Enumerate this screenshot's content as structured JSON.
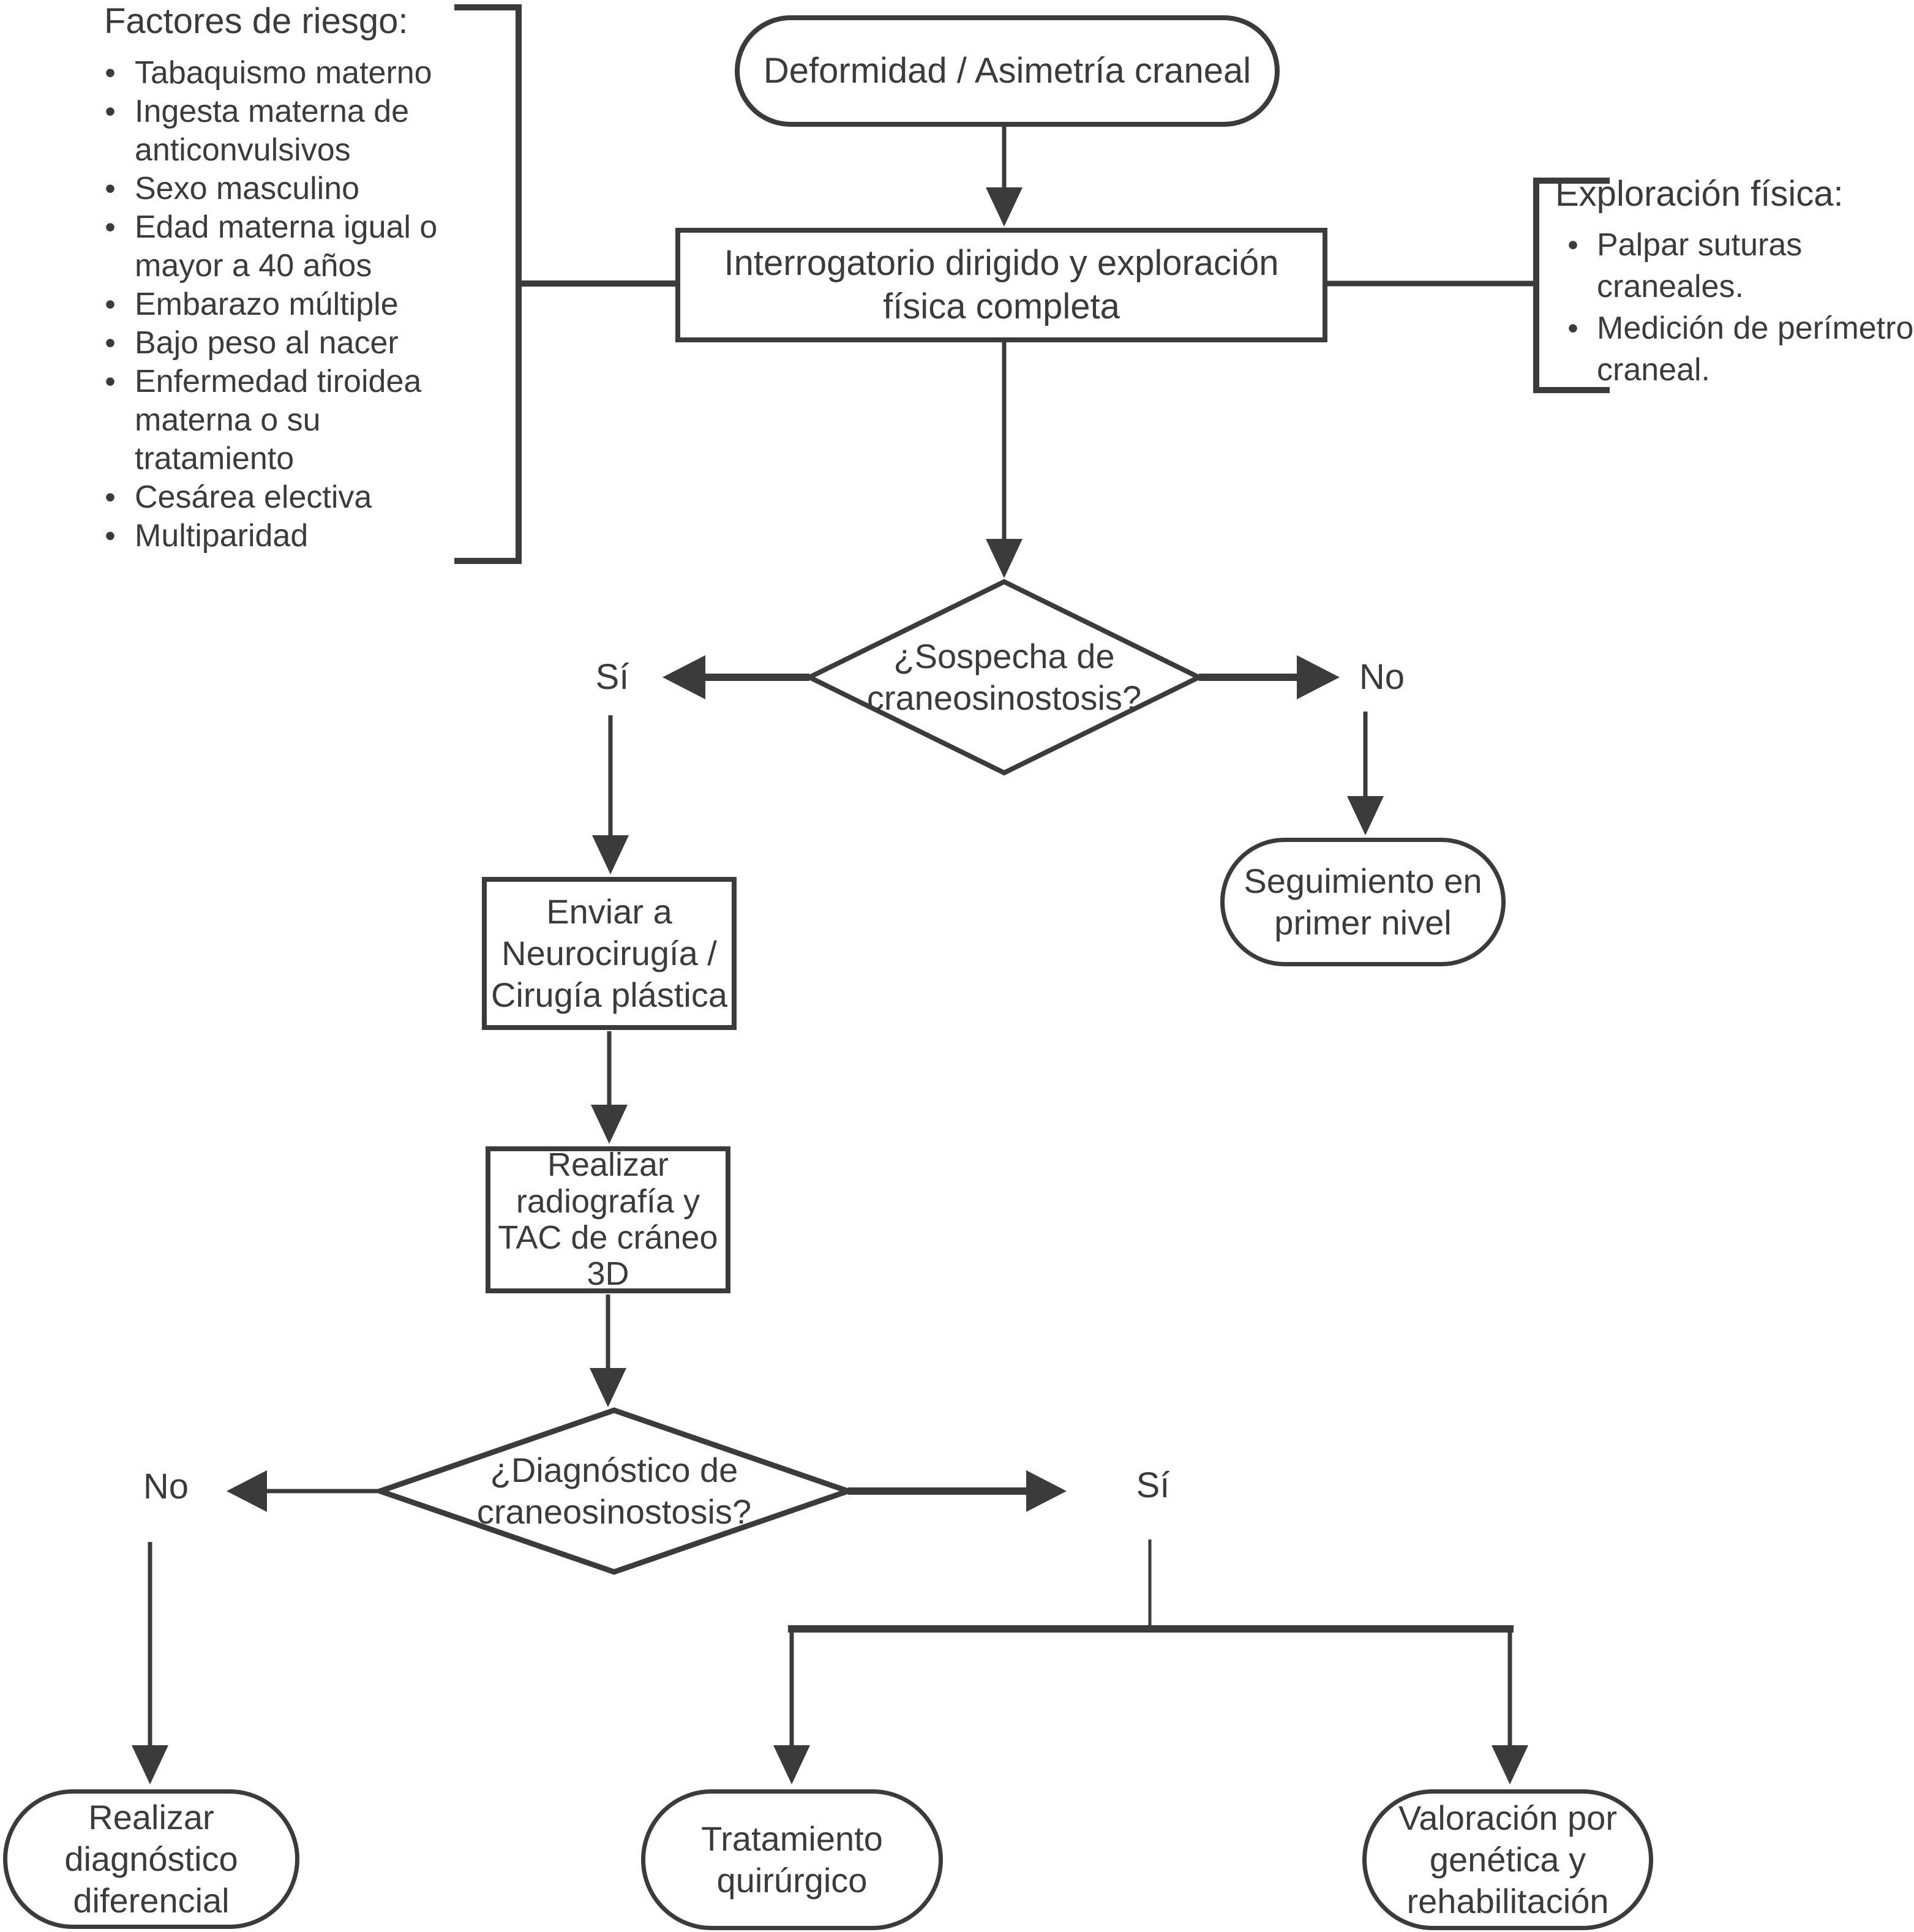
{
  "risk_factors": {
    "title": "Factores de riesgo:",
    "items": [
      "Tabaquismo materno",
      "Ingesta materna de\nanticonvulsivos",
      "Sexo masculino",
      "Edad materna igual o\nmayor a 40 años",
      "Embarazo múltiple",
      "Bajo peso al nacer",
      "Enfermedad tiroidea\nmaterna o su\ntratamiento",
      "Cesárea electiva",
      "Multiparidad"
    ],
    "bullet_glyph": "•"
  },
  "physical_exam": {
    "title": "Exploración física:",
    "items": [
      "Palpar suturas\ncraneales.",
      "Medición de perímetro\ncraneal."
    ],
    "bullet_glyph": "•"
  },
  "nodes": {
    "start": {
      "label": "Deformidad / Asimetría craneal"
    },
    "interview": {
      "label": "Interrogatorio dirigido y exploración\nfísica completa"
    },
    "suspicion": {
      "label": "¿Sospecha de\ncraneosinostosis?"
    },
    "refer": {
      "label": "Enviar a\nNeurocirugía /\nCirugía plástica"
    },
    "imaging": {
      "label": "Realizar\nradiografía y\nTAC de cráneo\n3D"
    },
    "followup": {
      "label": "Seguimiento en\nprimer nivel"
    },
    "diagnosis": {
      "label": "¿Diagnóstico de\ncraneosinostosis?"
    },
    "differential": {
      "label": "Realizar\ndiagnóstico\ndiferencial"
    },
    "surgery": {
      "label": "Tratamiento\nquirúrgico"
    },
    "genetics": {
      "label": "Valoración por\ngenética y\nrehabilitación"
    }
  },
  "branch_labels": {
    "suspicion_yes": "Sí",
    "suspicion_no": "No",
    "diagnosis_no": "No",
    "diagnosis_yes": "Sí"
  },
  "colors": {
    "line": "#3b3b3b",
    "text": "#3b3b3b",
    "background": "#ffffff"
  }
}
